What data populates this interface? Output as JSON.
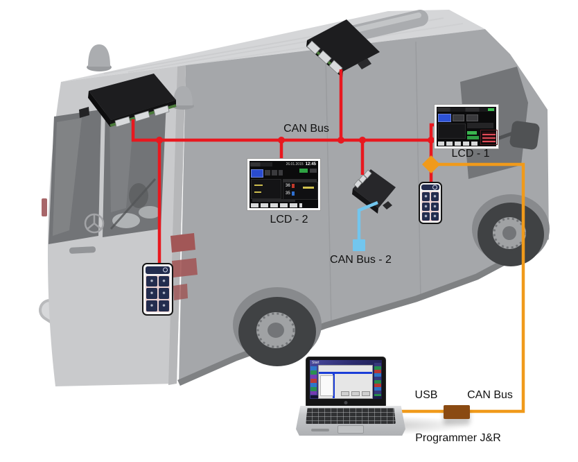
{
  "diagram": {
    "labels": {
      "can_bus_top": "CAN Bus",
      "lcd1": "LCD - 1",
      "lcd2": "LCD - 2",
      "can_bus_2": "CAN Bus - 2",
      "usb": "USB",
      "can_bus_bottom": "CAN Bus",
      "programmer": "Programmer J&R"
    },
    "colors": {
      "can_bus_line": "#e8181f",
      "programming_line": "#f09a1b",
      "can_bus_2_line": "#72c6ee",
      "programmer_box": "#8a4a12"
    },
    "lcd2_screen": {
      "date": "26.01.2015",
      "time": "12:45",
      "temp_upper": "36",
      "temp_lower": "35"
    },
    "laptop": {
      "screen_label": "Start"
    }
  }
}
